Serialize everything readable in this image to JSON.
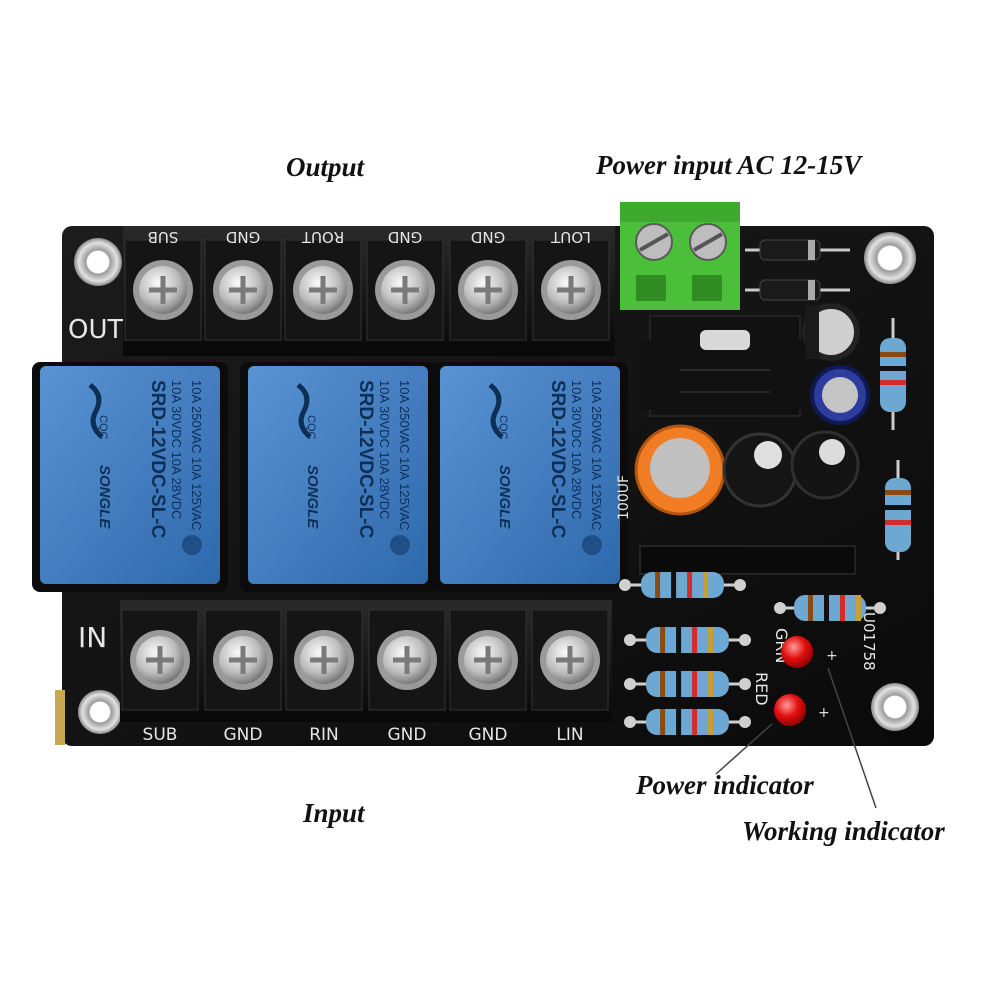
{
  "annotations": {
    "output": "Output",
    "power_input": "Power input AC 12-15V",
    "input": "Input",
    "power_indicator": "Power indicator",
    "working_indicator": "Working indicator"
  },
  "board": {
    "top_terminals": [
      "SUB",
      "GND",
      "ROUT",
      "GND",
      "GND",
      "LOUT"
    ],
    "bottom_terminals": [
      "SUB",
      "GND",
      "RIN",
      "GND",
      "GND",
      "LIN"
    ],
    "left_label_top": "OUT",
    "left_label_bottom": "IN",
    "led_labels": [
      "GRN",
      "RED"
    ],
    "board_code": "U01758",
    "cap_label": "100UF",
    "relay": {
      "lines": [
        "10A 250VAC 10A 125VAC",
        "10A 30VDC 10A 28VDC",
        "SRD-12VDC-SL-C"
      ],
      "brand": "SONGLE",
      "cert": "CQC"
    }
  }
}
